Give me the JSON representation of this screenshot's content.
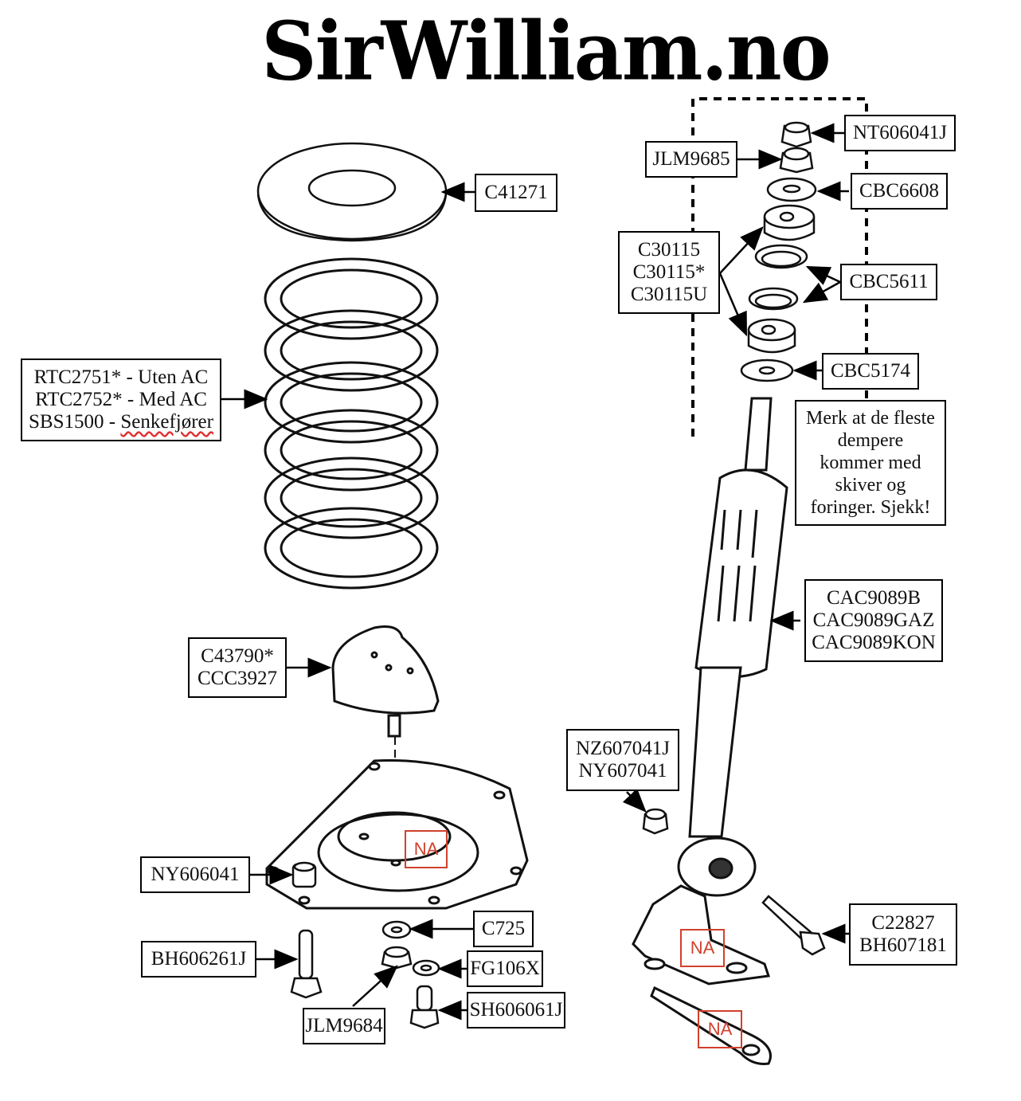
{
  "title": "SirWilliam.no",
  "labels": {
    "c41271": [
      "C41271"
    ],
    "spring": [
      "RTC2751* - Uten AC",
      "RTC2752* - Med AC",
      "SBS1500 - "
    ],
    "spring_suffix": "Senkefjører",
    "c43790": [
      "C43790*",
      "CCC3927"
    ],
    "ny606041": [
      "NY606041"
    ],
    "bh606261j": [
      "BH606261J"
    ],
    "c725": [
      "C725"
    ],
    "fg106x": [
      "FG106X"
    ],
    "sh606061j": [
      "SH606061J"
    ],
    "jlm9684": [
      "JLM9684"
    ],
    "nt606041j": [
      "NT606041J"
    ],
    "jlm9685": [
      "JLM9685"
    ],
    "cbc6608": [
      "CBC6608"
    ],
    "c30115": [
      "C30115",
      "C30115*",
      "C30115U"
    ],
    "cbc5611": [
      "CBC5611"
    ],
    "cbc5174": [
      "CBC5174"
    ],
    "note": [
      "Merk at de fleste",
      "dempere",
      "kommer med",
      "skiver og",
      "foringer. Sjekk!"
    ],
    "cac9089": [
      "CAC9089B",
      "CAC9089GAZ",
      "CAC9089KON"
    ],
    "nz607041j": [
      "NZ607041J",
      "NY607041"
    ],
    "c22827": [
      "C22827",
      "BH607181"
    ]
  },
  "na_marker": "NA",
  "colors": {
    "na": "#d0412c",
    "ink": "#111111"
  }
}
